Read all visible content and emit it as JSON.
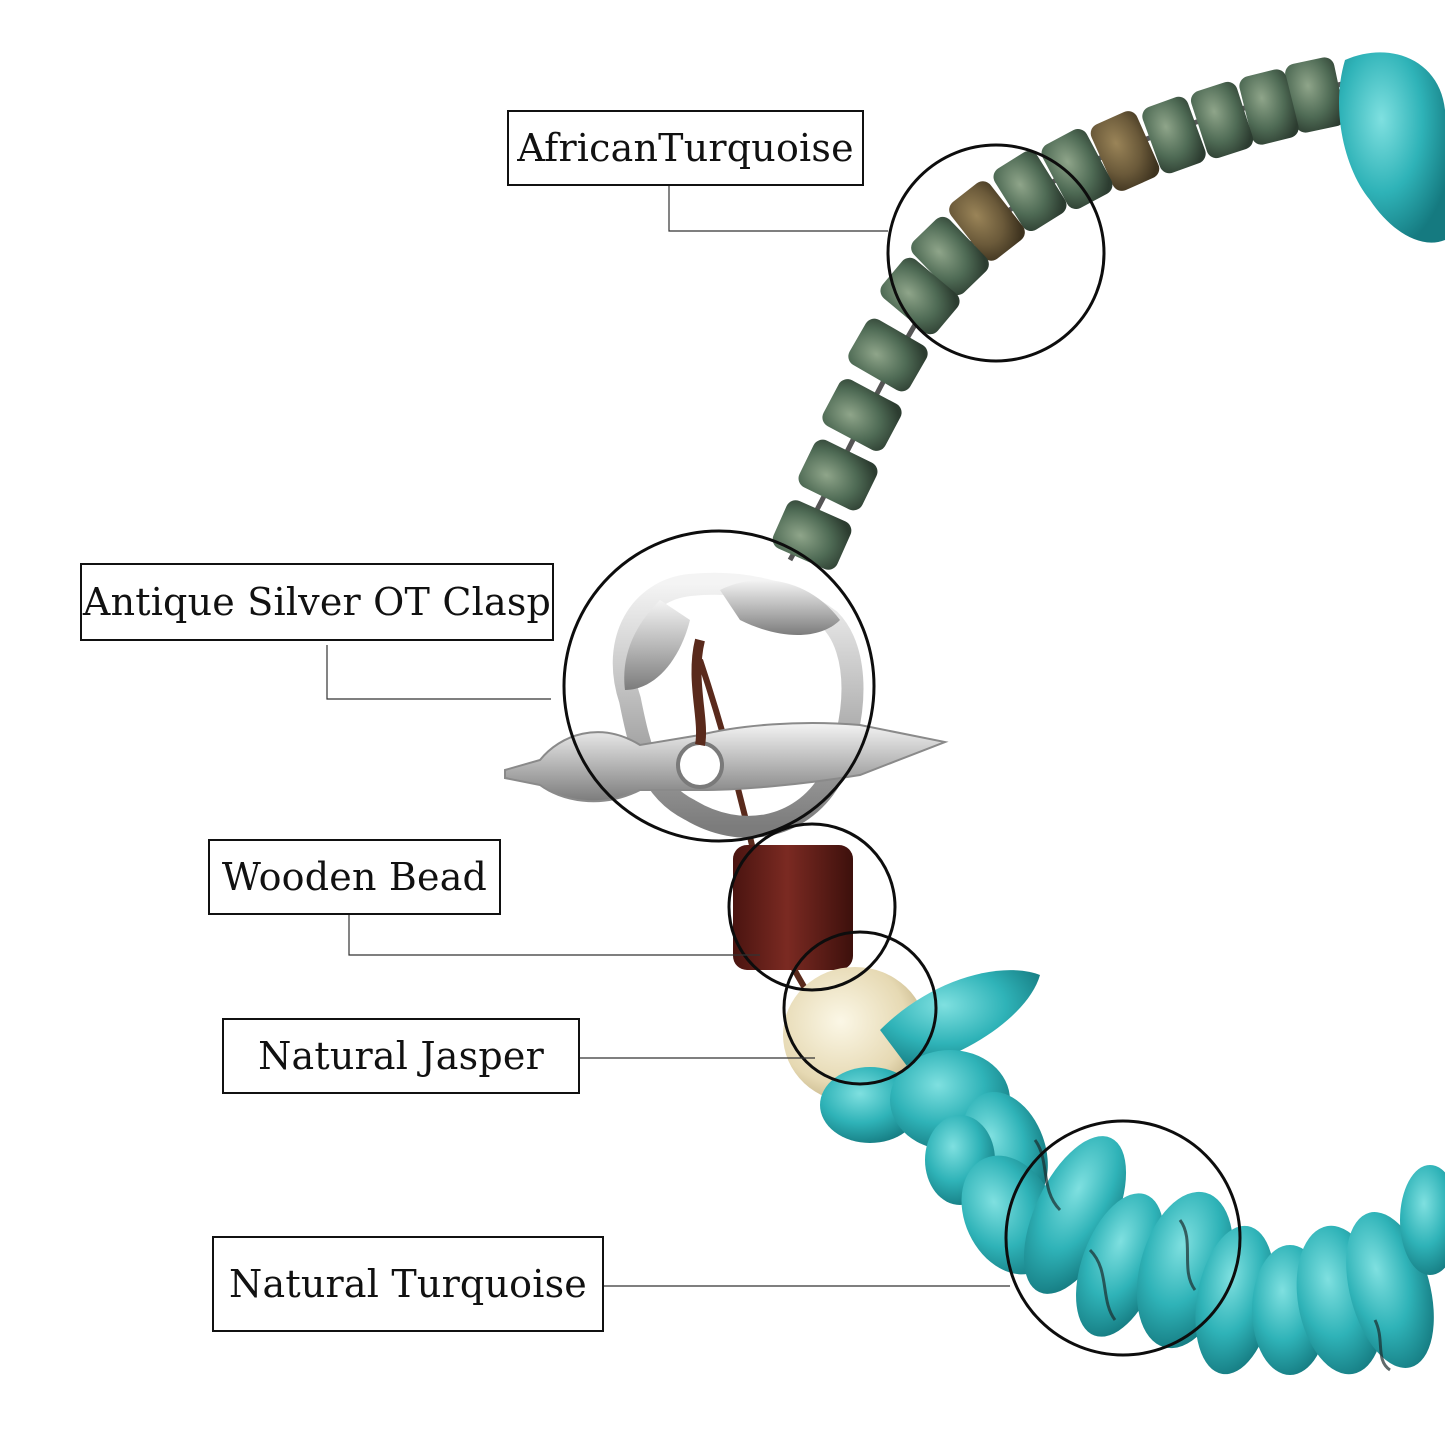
{
  "labels": {
    "african_turquoise": "AfricanTurquoise",
    "silver_clasp": "Antique Silver OT Clasp",
    "wooden_bead": "Wooden Bead",
    "natural_jasper": "Natural Jasper",
    "natural_turquoise": "Natural Turquoise"
  },
  "colors": {
    "turquoise": "#2fb3b8",
    "turquoise_dark": "#1b8d93",
    "african_green": "#4f6b55",
    "african_brown": "#6b5a3a",
    "wood": "#6a1f1a",
    "jasper": "#ece3c8",
    "silver": "#c8c8c8",
    "cord": "#5a2a1c"
  }
}
